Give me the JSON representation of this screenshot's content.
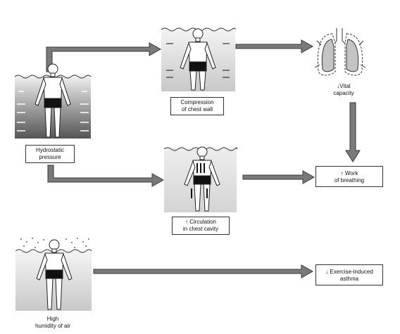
{
  "labels": {
    "hydrostatic": "Hydrostatic\npressure",
    "compression": "Compression\nof chest wall",
    "vital": "↓Vital\ncapacity",
    "circulation": "↑ Circulation\nin chest cavity",
    "work": "↑ Work\nof breathing",
    "asthma": "↓ Exercise-induced\nasthma",
    "humidity": "High\nhumidity of air"
  },
  "colors": {
    "arrow_fill": "#7a7a7a",
    "arrow_stroke": "#3a3a3a",
    "water_dark": "#555555",
    "water_light": "#e6e6e6",
    "body_fill": "#ffffff",
    "trunks": "#111111",
    "lung_fill": "#c4c4c4"
  },
  "icons": {
    "swimmer": "standing-swimmer-icon",
    "lungs": "lungs-icon"
  }
}
